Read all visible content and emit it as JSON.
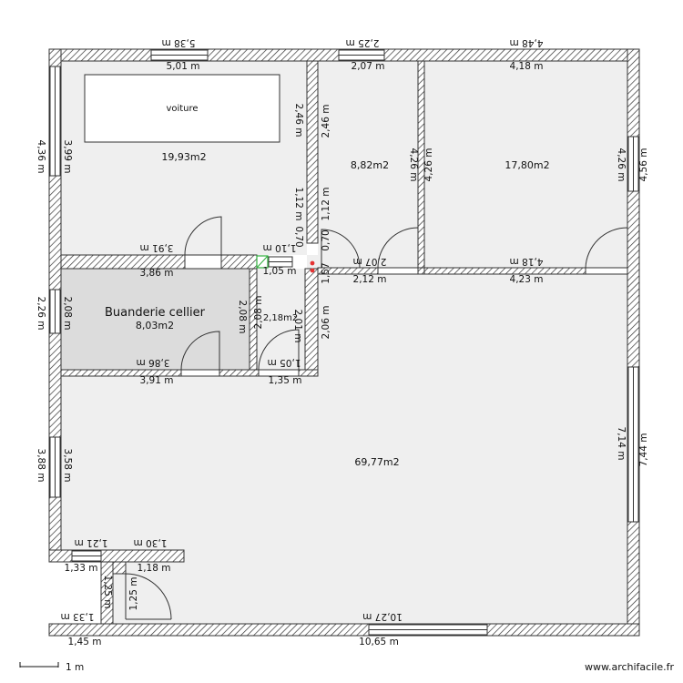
{
  "site": {
    "brand": "www.archifacile.fr",
    "scale_label": "1 m"
  },
  "rooms": {
    "garage": {
      "area": "19,93m2",
      "car_label": "voiture"
    },
    "bedroom_small": {
      "area": "8,82m2"
    },
    "bedroom_large": {
      "area": "17,80m2"
    },
    "laundry": {
      "name": "Buanderie cellier",
      "area": "8,03m2"
    },
    "wc": {
      "area": "2,18m2"
    },
    "living": {
      "area": "69,77m2"
    }
  },
  "dims": {
    "top_ext_1": "5,38 m",
    "top_ext_2": "2,25 m",
    "top_ext_3": "4,48 m",
    "top_int_1": "5,01 m",
    "top_int_2": "2,07 m",
    "top_int_3": "4,18 m",
    "left_ext_1": "4,36 m",
    "left_int_1": "3,99 m",
    "left_ext_2": "2,26 m",
    "left_int_2": "2,08 m",
    "left_ext_3": "3,88 m",
    "left_int_3": "3,58 m",
    "right_ext_1": "4,56 m",
    "right_int_1": "4,26 m",
    "right_ext_2": "7,44 m",
    "right_int_2": "7,14 m",
    "garage_wall_v": "2,46 m",
    "room2_wall_v": "2,46 m",
    "mid_v_1": "1,12 m",
    "mid_v_2": "1,12 m",
    "mid_v_3": "0,70",
    "mid_v_4": "0,70",
    "room2_right_v": "4,26 m",
    "room2_right_v2": "4,26 m",
    "garage_bottom_a": "3,91 m",
    "garage_bottom_b": "3,86 m",
    "wc_top_a": "1,10 m",
    "wc_top_b": "1,05 m",
    "room2_bottom_a": "2,07 m",
    "room2_bottom_b": "2,12 m",
    "room3_bottom_a": "4,18 m",
    "room3_bottom_b": "4,23 m",
    "laundry_right_a": "2,08 m",
    "laundry_right_b": "2,08 m",
    "wc_right_a": "2,01 m",
    "wc_right_b": "2,06 m",
    "corr_v": "1,57",
    "laundry_bottom_a": "3,86 m",
    "laundry_bottom_b": "3,91 m",
    "wc_bottom_a": "1,05 m",
    "wc_bottom_b": "1,35 m",
    "entry_top_a": "1,21 m",
    "entry_top_b": "1,30 m",
    "entry_bottom_a": "1,33 m",
    "entry_bottom_b": "1,18 m",
    "entry_v_a": "1,25 m",
    "entry_v_b": "1,25 m",
    "bottom_ext_1": "1,33 m",
    "bottom_int_1": "1,45 m",
    "bottom_ext_2": "10,27 m",
    "bottom_int_2": "10,65 m"
  }
}
